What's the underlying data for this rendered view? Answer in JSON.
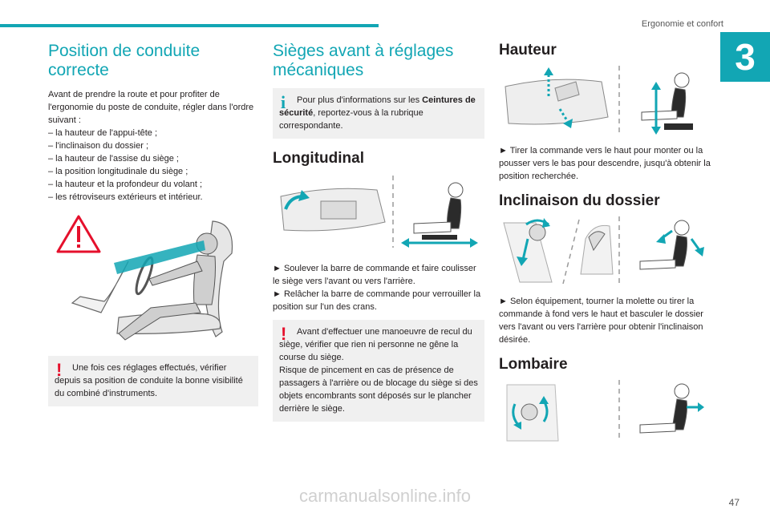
{
  "header": {
    "title": "Ergonomie et confort",
    "chapter": "3"
  },
  "col1": {
    "title_line1": "Position de conduite",
    "title_line2": "correcte",
    "intro": "Avant de prendre la route et pour profiter de l'ergonomie du poste de conduite, régler dans l'ordre suivant :",
    "items": [
      "– la hauteur de l'appui-tête ;",
      "– l'inclinaison du dossier ;",
      "– la hauteur de l'assise du siège ;",
      "– la position longitudinale du siège ;",
      "– la hauteur et la profondeur du volant ;",
      "– les rétroviseurs extérieurs et intérieur."
    ],
    "warning": "Une fois ces réglages effectués, vérifier depuis sa position de conduite la bonne visibilité du combiné d'instruments."
  },
  "col2": {
    "title_line1": "Sièges avant à réglages",
    "title_line2": "mécaniques",
    "info_pre": "Pour plus d'informations sur les ",
    "info_bold": "Ceintures de sécurité",
    "info_post": ", reportez-vous à la rubrique correspondante.",
    "longitudinal_title": "Longitudinal",
    "step1": "► Soulever la barre de commande et faire coulisser le siège vers l'avant ou vers l'arrière.",
    "step2": "► Relâcher la barre de commande pour verrouiller la position sur l'un des crans.",
    "warning_l1": "Avant d'effectuer une manoeuvre de recul du siège, vérifier que rien ni personne ne gêne la course du siège.",
    "warning_l2": "Risque de pincement en cas de présence de passagers à l'arrière ou de blocage du siège si des objets encombrants sont déposés sur le plancher derrière le siège."
  },
  "col3": {
    "hauteur_title": "Hauteur",
    "hauteur_text": "► Tirer la commande vers le haut pour monter ou la pousser vers le bas pour descendre, jusqu'à obtenir la position recherchée.",
    "inclinaison_title": "Inclinaison du dossier",
    "inclinaison_text": "► Selon équipement, tourner la molette ou tirer la commande à fond vers le haut et basculer le dossier vers l'avant ou vers l'arrière pour obtenir l'inclinaison désirée.",
    "lombaire_title": "Lombaire"
  },
  "footer": {
    "page": "47",
    "watermark": "carmanualsonline.info"
  },
  "colors": {
    "accent": "#12a6b4",
    "warning": "#e5102c",
    "note_bg": "#f0f0f0"
  }
}
